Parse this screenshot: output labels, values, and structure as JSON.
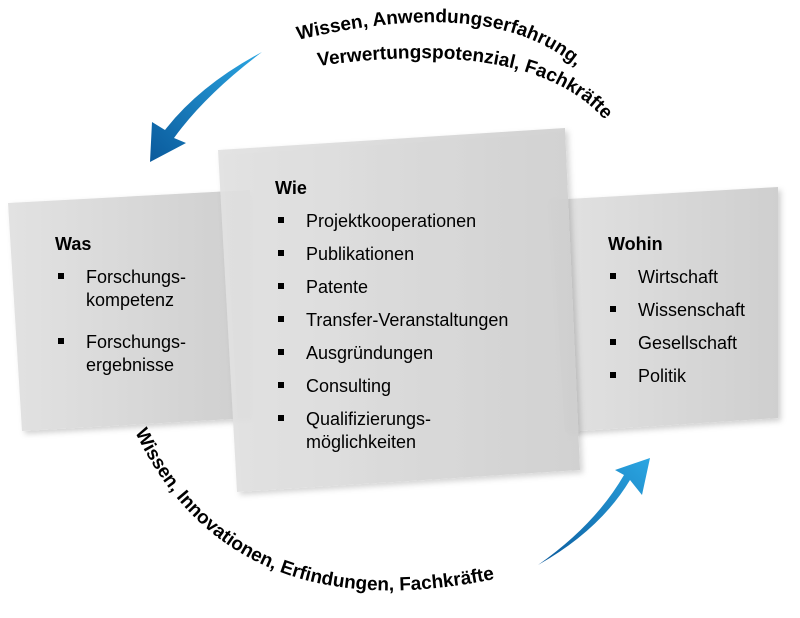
{
  "top_flow": {
    "line1": "Wissen, Anwendungserfahrung,",
    "line2": "Verwertungspotenzial, Fachkräfte"
  },
  "bottom_flow": {
    "text": "Wissen, Innovationen, Erfindungen, Fachkräfte"
  },
  "boxes": {
    "was": {
      "title": "Was",
      "items": [
        "Forschungs-|kompetenz",
        "Forschungs-|ergebnisse"
      ]
    },
    "wie": {
      "title": "Wie",
      "items": [
        "Projektkooperationen",
        "Publikationen",
        "Patente",
        "Transfer-Veranstaltungen",
        "Ausgründungen",
        "Consulting",
        "Qualifizierungs-|möglichkeiten"
      ]
    },
    "wohin": {
      "title": "Wohin",
      "items": [
        "Wirtschaft",
        "Wissenschaft",
        "Gesellschaft",
        "Politik"
      ]
    }
  },
  "colors": {
    "arrow_dark": "#0a5a9c",
    "arrow_light": "#1ea0e0",
    "box": "#d6d6d6"
  }
}
